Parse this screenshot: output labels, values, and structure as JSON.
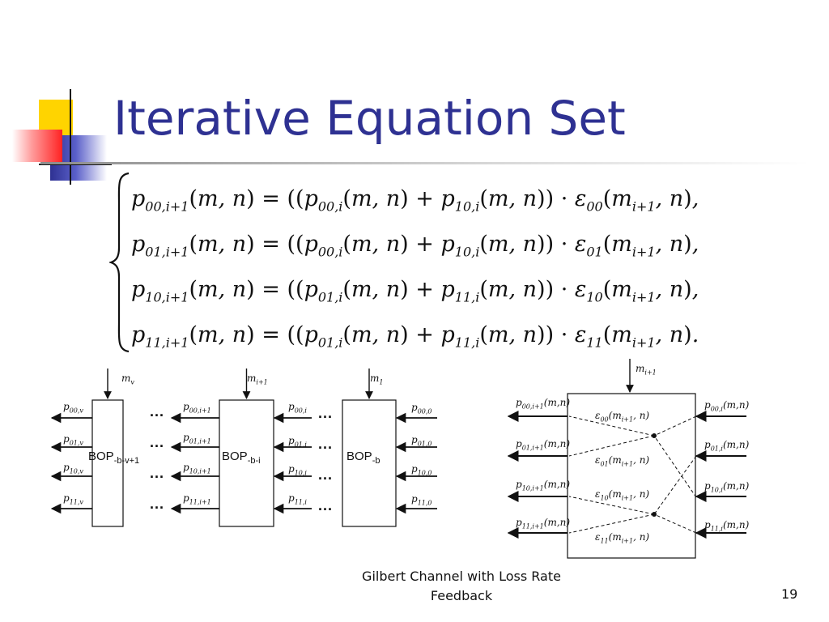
{
  "slide": {
    "title": "Iterative Equation Set",
    "footer_line1": "Gilbert Channel with Loss Rate",
    "footer_line2": "Feedback",
    "page_number": "19"
  },
  "equations": [
    {
      "lhs": "p",
      "lhs_sub": "00,i+1",
      "rhs_a_sub": "00,i",
      "rhs_b_sub": "10,i",
      "eps_sub": "00",
      "end": ","
    },
    {
      "lhs": "p",
      "lhs_sub": "01,i+1",
      "rhs_a_sub": "00,i",
      "rhs_b_sub": "10,i",
      "eps_sub": "01",
      "end": ","
    },
    {
      "lhs": "p",
      "lhs_sub": "10,i+1",
      "rhs_a_sub": "01,i",
      "rhs_b_sub": "11,i",
      "eps_sub": "10",
      "end": ","
    },
    {
      "lhs": "p",
      "lhs_sub": "11,i+1",
      "rhs_a_sub": "01,i",
      "rhs_b_sub": "11,i",
      "eps_sub": "11",
      "end": "."
    }
  ],
  "left_diagram": {
    "blocks": [
      {
        "label": "BOP",
        "sub": "-b-v+1",
        "input": "m",
        "input_sub": "v"
      },
      {
        "label": "BOP",
        "sub": "-b-i",
        "input": "m",
        "input_sub": "i+1"
      },
      {
        "label": "BOP",
        "sub": "-b",
        "input": "m",
        "input_sub": "1"
      }
    ],
    "left_outputs": [
      "00,v",
      "01,v",
      "10,v",
      "11,v"
    ],
    "mid_outputs": [
      "00,i+1",
      "01,i+1",
      "10,i+1",
      "11,i+1"
    ],
    "mid_inputs": [
      "00,i",
      "01,i",
      "10,i",
      "11,i"
    ],
    "right_inputs": [
      "00,0",
      "01,0",
      "10,0",
      "11,0"
    ],
    "dots": "..."
  },
  "right_diagram": {
    "input": "m",
    "input_sub": "i+1",
    "outputs": [
      "00,i+1",
      "01,i+1",
      "10,i+1",
      "11,i+1"
    ],
    "inputs": [
      "00,i",
      "01,i",
      "10,i",
      "11,i"
    ],
    "eps": [
      "00",
      "01",
      "10",
      "11"
    ],
    "eps_arg": "m",
    "eps_arg_sub": "i+1",
    "arg_mn": "(m,n)"
  }
}
